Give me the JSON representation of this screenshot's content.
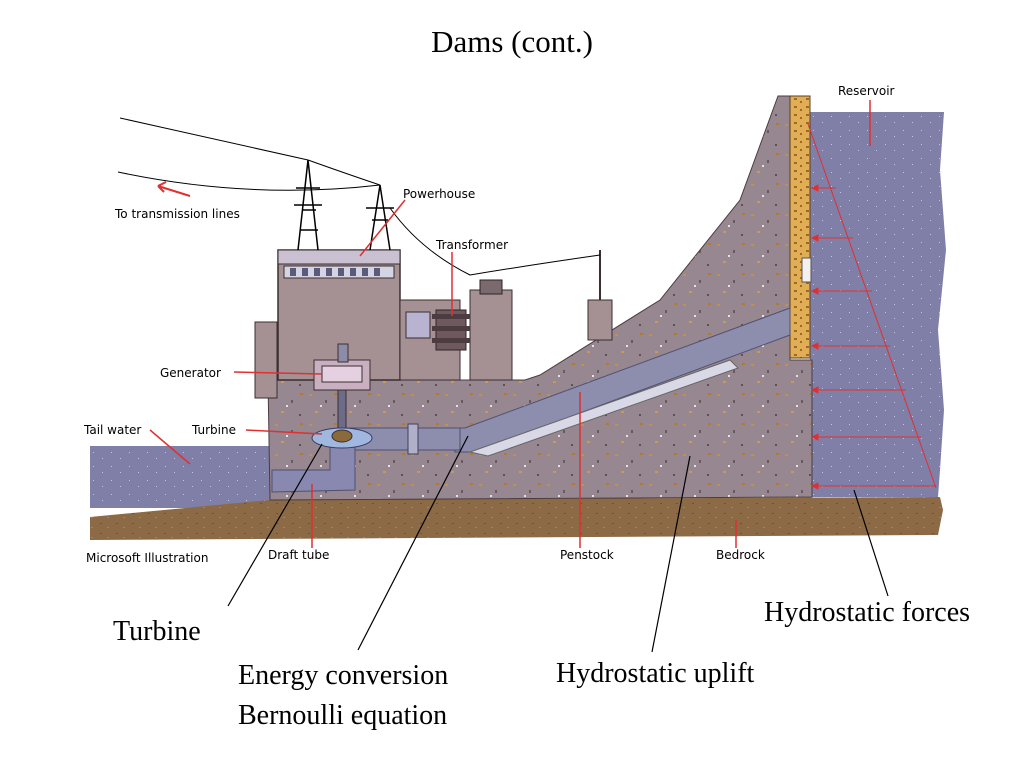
{
  "slide": {
    "title": "Dams (cont.)"
  },
  "illustration": {
    "labels": {
      "reservoir": "Reservoir",
      "powerhouse": "Powerhouse",
      "transmission": "To transmission lines",
      "transformer": "Transformer",
      "generator": "Generator",
      "tail_water": "Tail water",
      "turbine_small": "Turbine",
      "credit": "Microsoft Illustration",
      "draft_tube": "Draft tube",
      "penstock": "Penstock",
      "bedrock": "Bedrock"
    },
    "colors": {
      "water": "#7f7fa8",
      "concrete": "#968790",
      "building": "#a59194",
      "bedrock": "#8c6a45",
      "brick": "#e1ad55",
      "leader": "#e03030"
    }
  },
  "annotations": {
    "hydrostatic_forces": "Hydrostatic forces",
    "turbine": "Turbine",
    "energy_line1": "Energy conversion",
    "energy_line2": "Bernoulli equation",
    "uplift": "Hydrostatic uplift"
  }
}
